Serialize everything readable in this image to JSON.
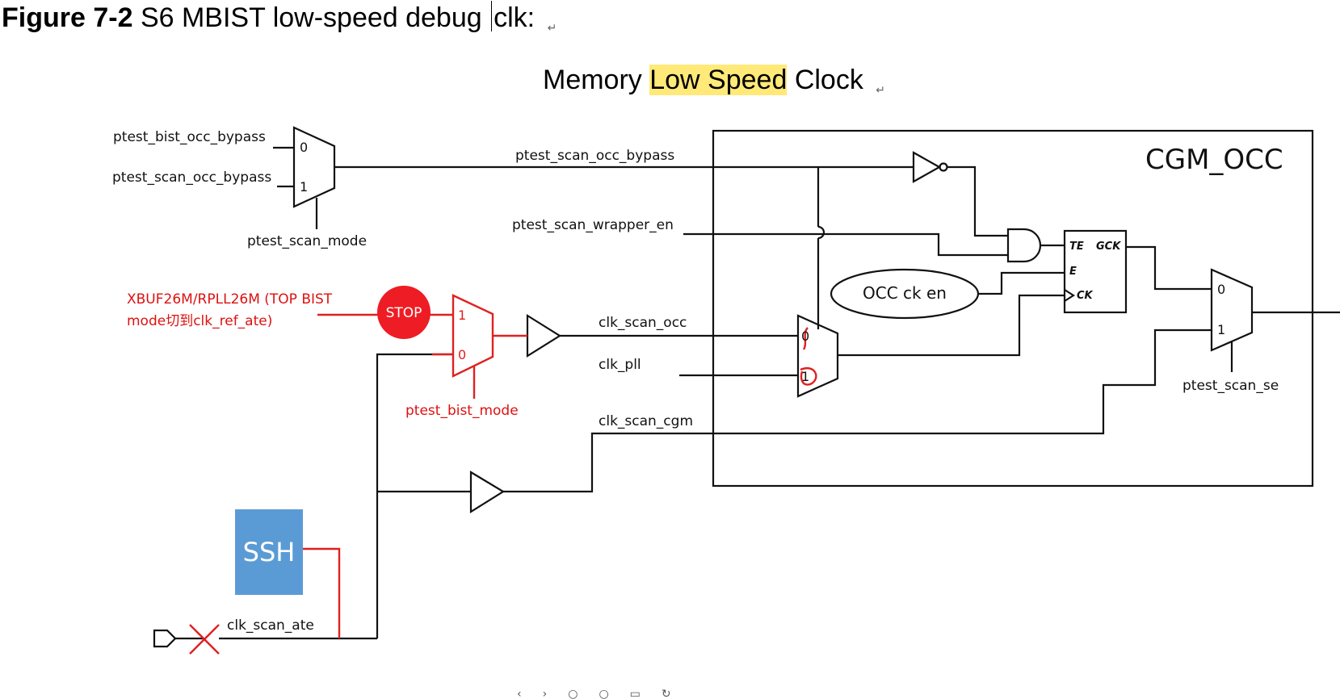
{
  "figure": {
    "number": "Figure 7-2",
    "title_a": "S6 MBIST low-speed debug ",
    "title_b": "clk:",
    "para_mark": "↵"
  },
  "diagram_title": {
    "prefix": "Memory ",
    "highlight": "Low Speed",
    "suffix": " Clock",
    "highlight_color": "#ffe978"
  },
  "signals": {
    "ptest_bist_occ_bypass": "ptest_bist_occ_bypass",
    "ptest_scan_occ_bypass_in": "ptest_scan_occ_bypass",
    "ptest_scan_mode": "ptest_scan_mode",
    "ptest_scan_occ_bypass": "ptest_scan_occ_bypass",
    "ptest_scan_wrapper_en": "ptest_scan_wrapper_en",
    "xbuf_line1": "XBUF26M/RPLL26M (TOP BIST",
    "xbuf_line2": "mode切到clk_ref_ate)",
    "clk_scan_occ": "clk_scan_occ",
    "clk_pll": "clk_pll",
    "ptest_bist_mode": "ptest_bist_mode",
    "clk_scan_cgm": "clk_scan_cgm",
    "clk_scan_ate": "clk_scan_ate",
    "ptest_scan_se": "ptest_scan_se"
  },
  "blocks": {
    "cgm_occ": "CGM_OCC",
    "occ_ck_en": "OCC ck en",
    "ssh": "SSH",
    "stop": "STOP"
  },
  "pins": {
    "mux_in0": "0",
    "mux_in1": "1",
    "cg_te": "TE",
    "cg_gck": "GCK",
    "cg_e": "E",
    "cg_ck": "CK"
  },
  "colors": {
    "wire": "#111111",
    "red": "#e02020",
    "ssh_fill": "#5b9bd5",
    "stop_fill": "#ee1c24"
  }
}
